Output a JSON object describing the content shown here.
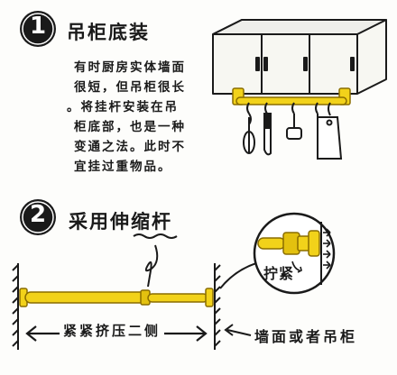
{
  "step1": {
    "number": "1",
    "title": "吊柜底装",
    "lines": [
      "有时厨房实体墙面",
      "很短，但吊柜很长",
      "。将挂杆安装在吊",
      "柜底部，也是一种",
      "变通之法。此时不",
      "宜挂过重物品。"
    ]
  },
  "step2": {
    "number": "2",
    "title": "采用伸缩杆",
    "callout_label": "拧紧",
    "pressure_label": "紧紧挤压二侧",
    "wall_label": "墙面或者吊柜"
  },
  "colors": {
    "rod": "#f2d21a",
    "rod_outline": "#8a6d00",
    "ink": "#1a1a1a",
    "cabinet": "#f7f7f2",
    "badge": "#1a1a1a"
  }
}
